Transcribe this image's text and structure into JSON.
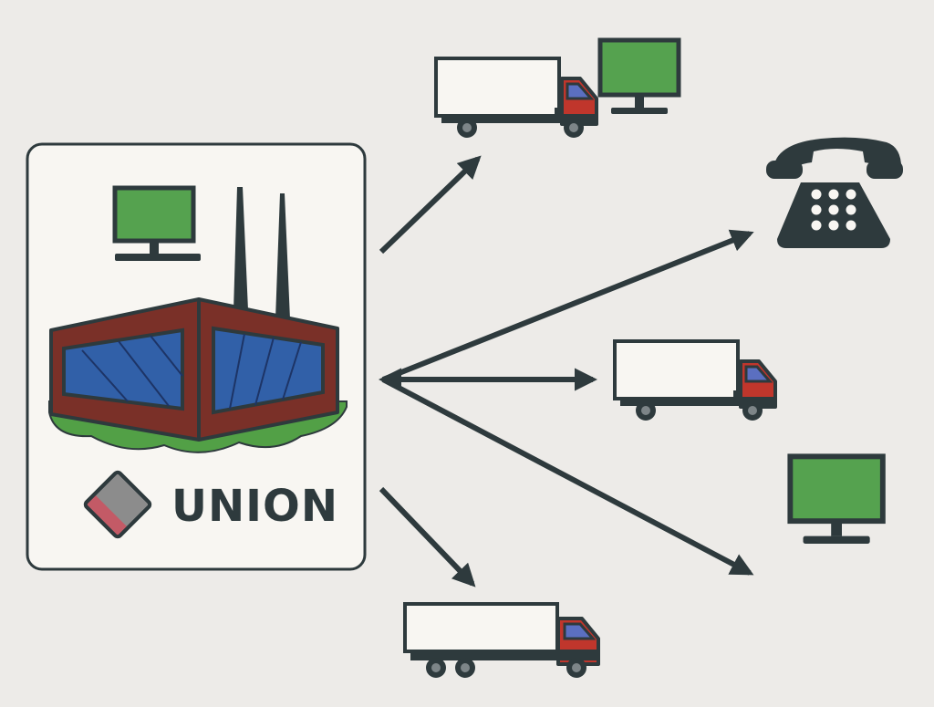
{
  "company": {
    "name": "UNION",
    "logo_icon": "union-diamond-logo-icon",
    "hq_icons": [
      "computer-monitor-icon",
      "factory-icon"
    ]
  },
  "connections": [
    {
      "from": "union-hq",
      "to": "delivery-truck-top",
      "direction": "outbound"
    },
    {
      "from": "union-hq",
      "to": "telephone",
      "direction": "outbound"
    },
    {
      "from": "union-hq",
      "to": "delivery-truck-middle",
      "direction": "bidirectional"
    },
    {
      "from": "union-hq",
      "to": "computer-monitor-right",
      "direction": "outbound"
    },
    {
      "from": "union-hq",
      "to": "delivery-truck-bottom",
      "direction": "outbound"
    }
  ],
  "nodes": [
    {
      "id": "delivery-truck-top",
      "icon": "truck-icon"
    },
    {
      "id": "computer-monitor-top",
      "icon": "computer-monitor-icon"
    },
    {
      "id": "telephone",
      "icon": "telephone-icon"
    },
    {
      "id": "delivery-truck-middle",
      "icon": "truck-icon"
    },
    {
      "id": "computer-monitor-right",
      "icon": "computer-monitor-icon"
    },
    {
      "id": "delivery-truck-bottom",
      "icon": "truck-icon"
    }
  ],
  "colors": {
    "background": "#edebe8",
    "outline": "#2e3a3d",
    "panel": "#f8f6f2",
    "screen_green": "#55a24f",
    "glass_blue": "#3160a8",
    "brick": "#7a3028",
    "grass": "#52a046",
    "truck_red": "#c0362c",
    "truck_window": "#5b6fc0",
    "cargo_white": "#f8f6f2",
    "logo_red": "#c35a66",
    "logo_grey": "#8c8c8c"
  }
}
